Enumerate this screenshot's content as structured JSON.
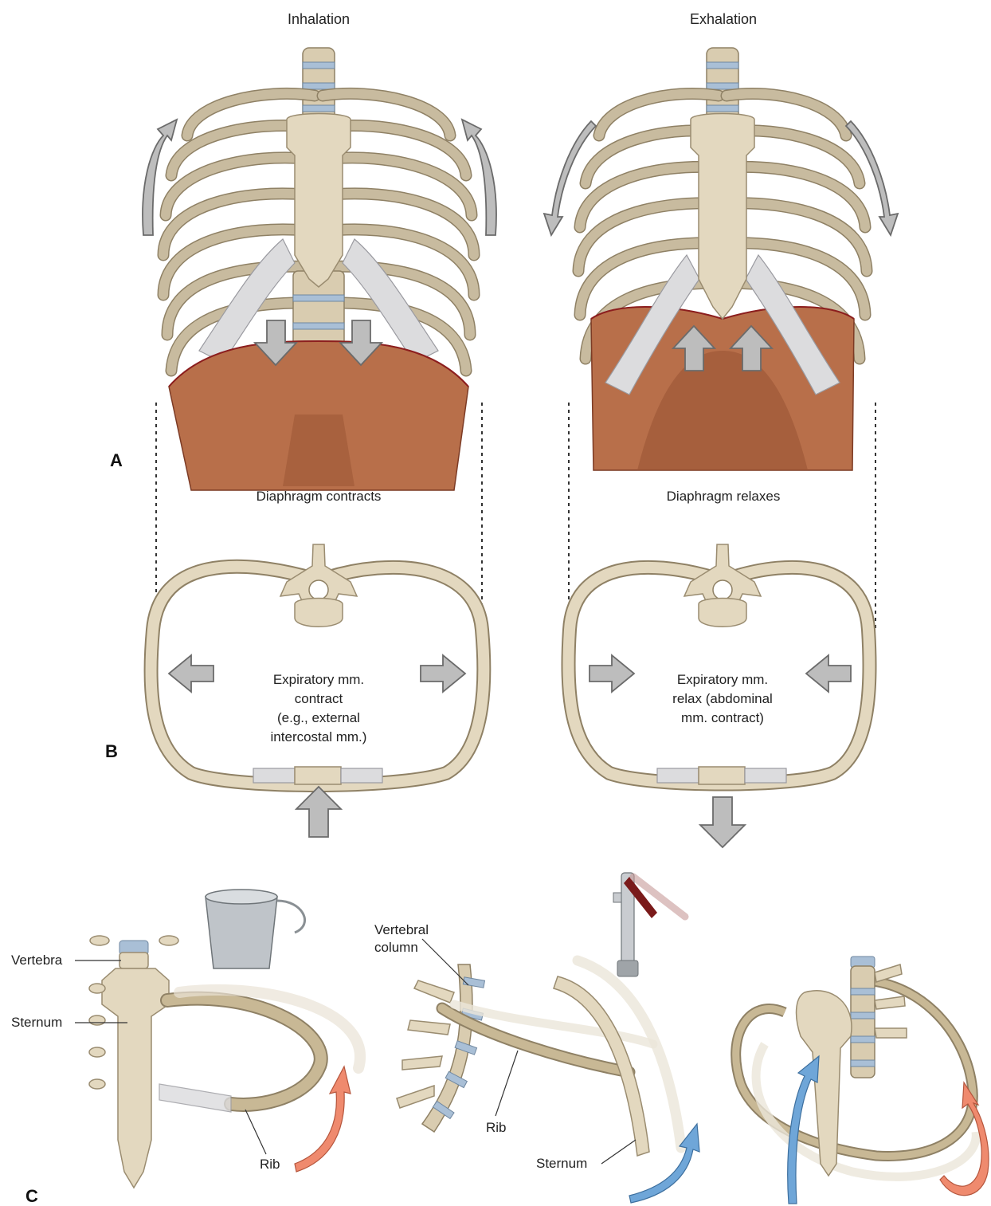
{
  "titles": {
    "left": "Inhalation",
    "right": "Exhalation"
  },
  "panels": {
    "a": "A",
    "b": "B",
    "c": "C"
  },
  "captions": {
    "left_diaphragm": "Diaphragm contracts",
    "right_diaphragm": "Diaphragm relaxes",
    "left_cross_section": [
      "Expiratory mm.",
      "contract",
      "(e.g., external",
      "intercostal mm.)"
    ],
    "right_cross_section": [
      "Expiratory mm.",
      "relax (abdominal",
      "mm. contract)"
    ]
  },
  "labels": {
    "vertebra": "Vertebra",
    "sternum_left": "Sternum",
    "rib_left": "Rib",
    "vertebral_column": [
      "Vertebral",
      "column"
    ],
    "rib_middle": "Rib",
    "sternum_middle": "Sternum"
  },
  "colors": {
    "bone": "#e3d8bf",
    "cartilage": "#dcdcde",
    "diaphragm": "#b86f4a",
    "gray_arrow": "#bdbdbd",
    "orange_arrow": "#ef8a6e",
    "blue_arrow": "#6fa6d8"
  },
  "icons": [
    "bucket-handle-icon",
    "pump-handle-icon"
  ]
}
